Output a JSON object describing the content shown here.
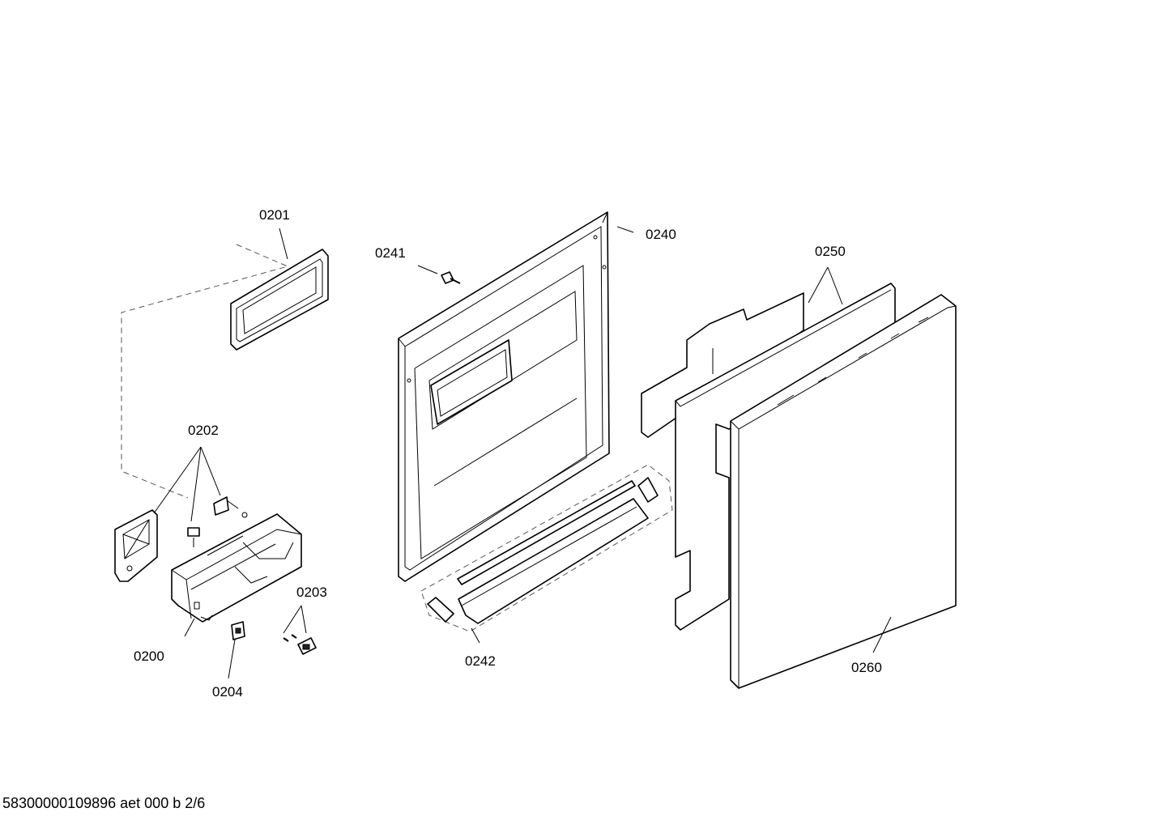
{
  "diagram": {
    "labels": {
      "p0200": "0200",
      "p0201": "0201",
      "p0202": "0202",
      "p0203": "0203",
      "p0204": "0204",
      "p0240": "0240",
      "p0241": "0241",
      "p0242": "0242",
      "p0250": "0250",
      "p0260": "0260"
    },
    "footer": "58300000109896 aet 000 b 2/6"
  }
}
